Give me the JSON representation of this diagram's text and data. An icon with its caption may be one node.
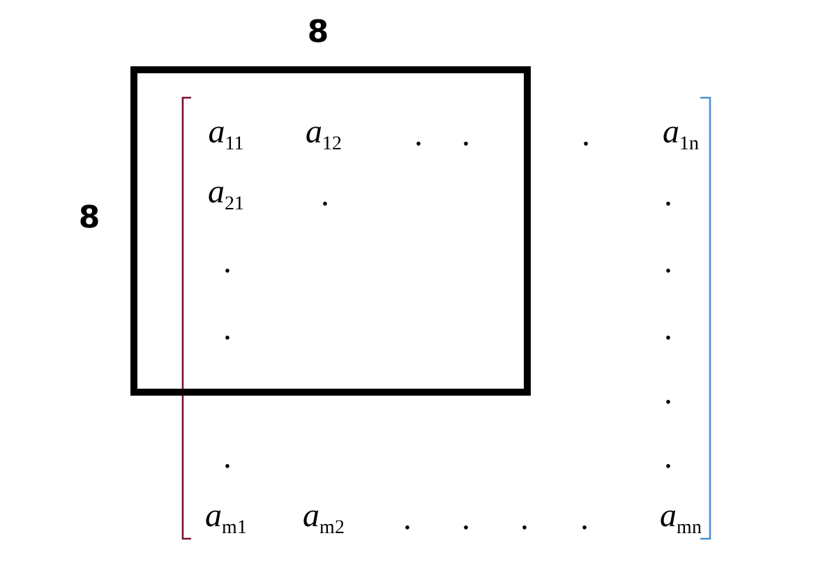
{
  "diagram": {
    "labels": [
      "8",
      "8",
      "*a*$_{11}$",
      "*a*$_{12}$",
      ".",
      ".",
      ".",
      "*a*$_{1n}$",
      "*a*$_{21}$",
      ".",
      ".",
      ".",
      ".",
      ".",
      ".",
      ".",
      ".",
      ".",
      "*a*$_{m1}$",
      "*a*$_{m2}$",
      ".",
      ".",
      ".",
      ".",
      "*a*$_{mn}$"
    ]
  }
}
